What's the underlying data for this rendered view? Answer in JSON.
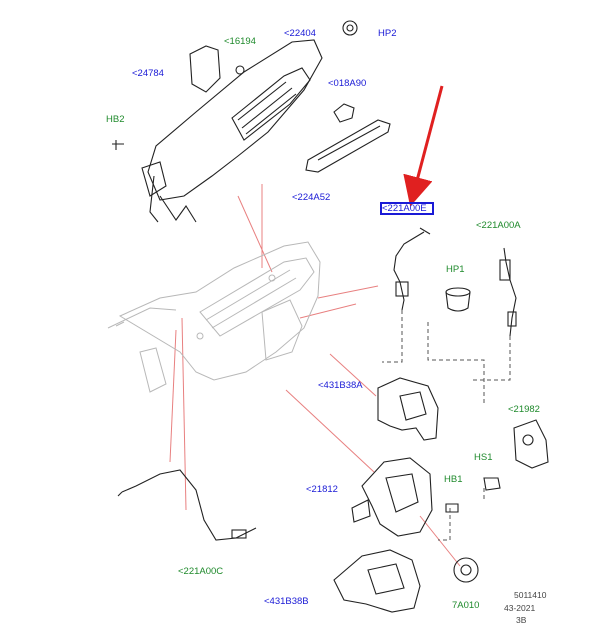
{
  "callouts": {
    "c16194": "<16194",
    "c22404": "<22404",
    "hp2": "HP2",
    "c24784": "<24784",
    "c018a90": "<018A90",
    "hb2": "HB2",
    "c224a52": "<224A52",
    "c221a00e": "<221A00E",
    "c221a00a": "<221A00A",
    "hp1": "HP1",
    "c431b38a": "<431B38A",
    "c21982": "<21982",
    "hs1": "HS1",
    "c21812": "<21812",
    "hb1": "HB1",
    "c221a00c": "<221A00C",
    "c431b38b": "<431B38B",
    "c7a010": "7A010"
  },
  "reference": {
    "line1": "5011410",
    "line2": "43-2021",
    "line3": "3B"
  },
  "colors": {
    "part_blue": "#1a1ad6",
    "part_green": "#1f8a2c",
    "highlight_arrow": "#e02020",
    "leader_red": "#e88080"
  }
}
